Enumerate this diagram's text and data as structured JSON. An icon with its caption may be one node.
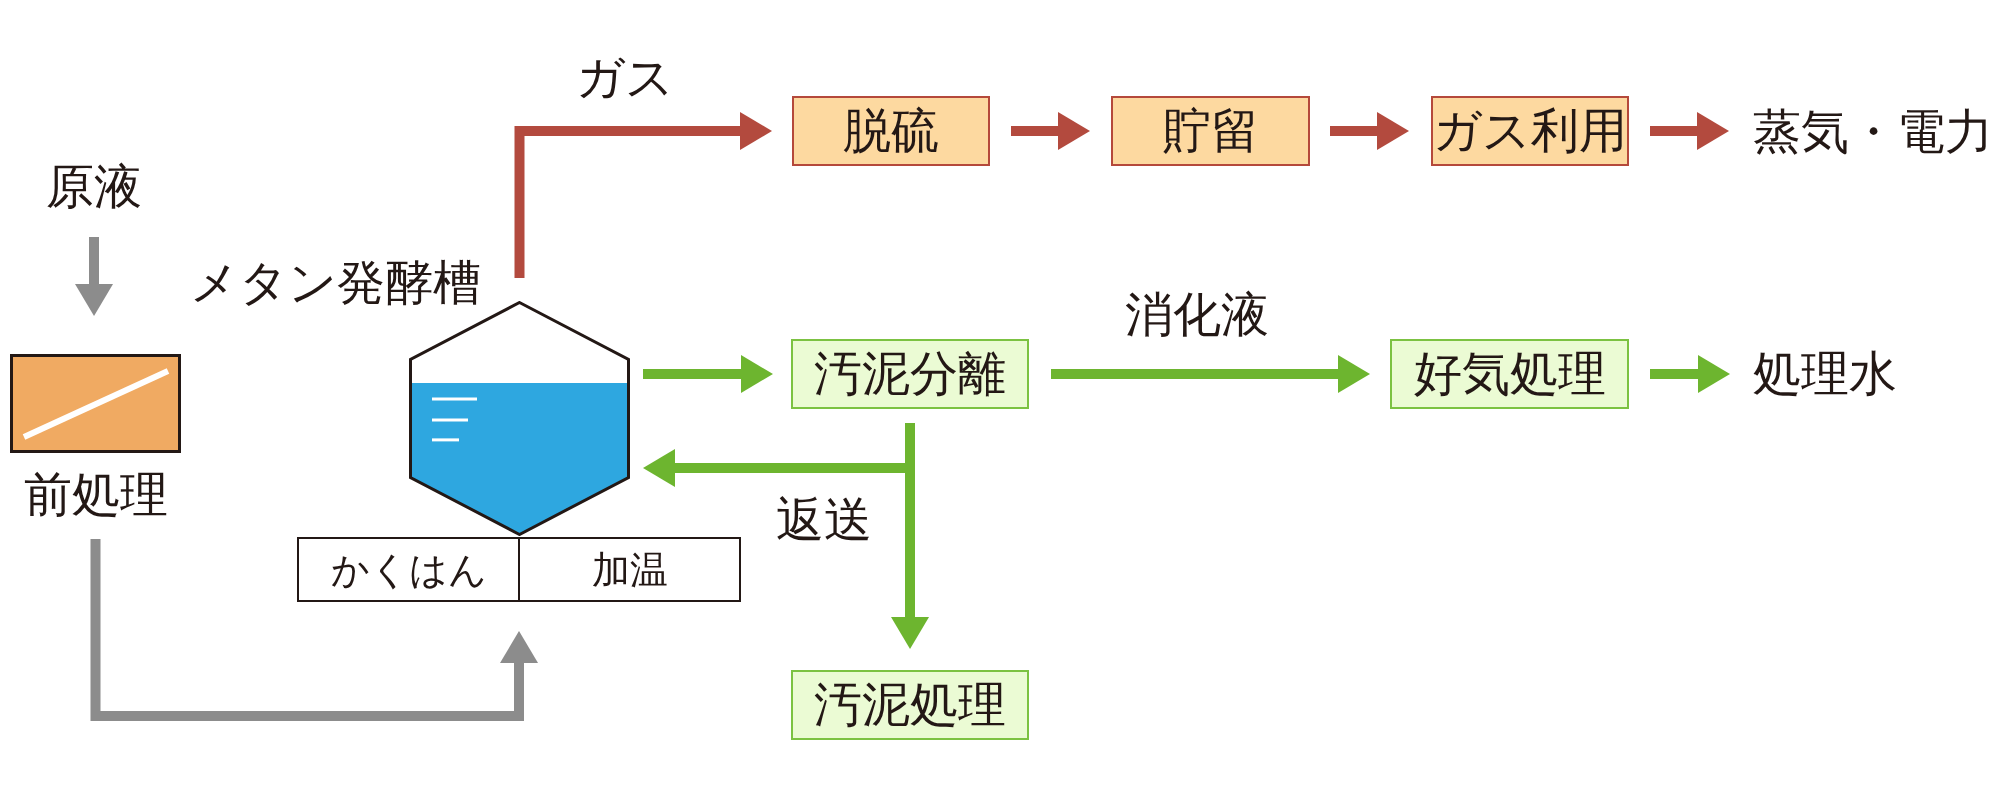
{
  "diagram": {
    "nodes": [
      {
        "text": [
          "原液"
        ]
      },
      {
        "text": [
          "前処理"
        ]
      },
      {
        "text": [
          "メタン発酵槽"
        ]
      },
      {
        "text": [
          "かくはん",
          "加温"
        ]
      },
      {
        "text": [
          "脱硫"
        ]
      },
      {
        "text": [
          "貯留"
        ]
      },
      {
        "text": [
          "ガス利用"
        ]
      },
      {
        "text": [
          "蒸気・電力"
        ]
      },
      {
        "text": [
          "汚泥分離"
        ]
      },
      {
        "text": [
          "好気処理"
        ]
      },
      {
        "text": [
          "処理水"
        ]
      },
      {
        "text": [
          "汚泥処理"
        ]
      }
    ],
    "edges": [
      {
        "from": 0,
        "to": 1,
        "arrow": "to",
        "color": "#8c8c8c"
      },
      {
        "from": 1,
        "to": 3,
        "arrow": "to",
        "color": "#8c8c8c"
      },
      {
        "from": 2,
        "to": 4,
        "arrow": "to",
        "label": "ガス",
        "color": "#b34a3e"
      },
      {
        "from": 4,
        "to": 5,
        "arrow": "to",
        "color": "#b34a3e"
      },
      {
        "from": 5,
        "to": 6,
        "arrow": "to",
        "color": "#b34a3e"
      },
      {
        "from": 6,
        "to": 7,
        "arrow": "to",
        "color": "#b34a3e"
      },
      {
        "from": 2,
        "to": 8,
        "arrow": "to"
      },
      {
        "from": 8,
        "to": 9,
        "arrow": "to",
        "label": "消化液"
      },
      {
        "from": 9,
        "to": 10,
        "arrow": "to"
      },
      {
        "from": 8,
        "to": 2,
        "arrow": "to",
        "label": "返送"
      },
      {
        "from": 8,
        "to": 11,
        "arrow": "to"
      }
    ]
  }
}
